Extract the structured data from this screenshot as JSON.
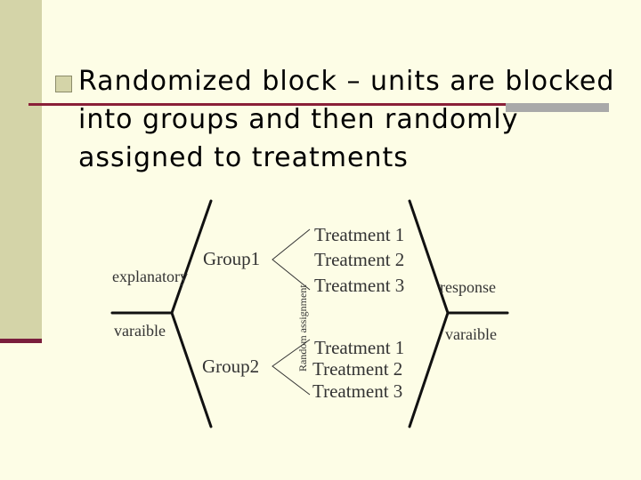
{
  "slide": {
    "bullet_text": "Randomized block – units are blocked into groups and then randomly assigned to treatments"
  },
  "diagram": {
    "explanatory_label": "explanatory",
    "explanatory_label_2": "varaible",
    "response_label": "response",
    "response_label_2": "varaible",
    "groups": [
      {
        "label": "Group1",
        "treatments": [
          "Treatment 1",
          "Treatment 2",
          "Treatment 3"
        ]
      },
      {
        "label": "Group2",
        "treatments": [
          "Treatment 1",
          "Treatment 2",
          "Treatment 3"
        ]
      }
    ],
    "assignment_label": "Random assignment"
  }
}
